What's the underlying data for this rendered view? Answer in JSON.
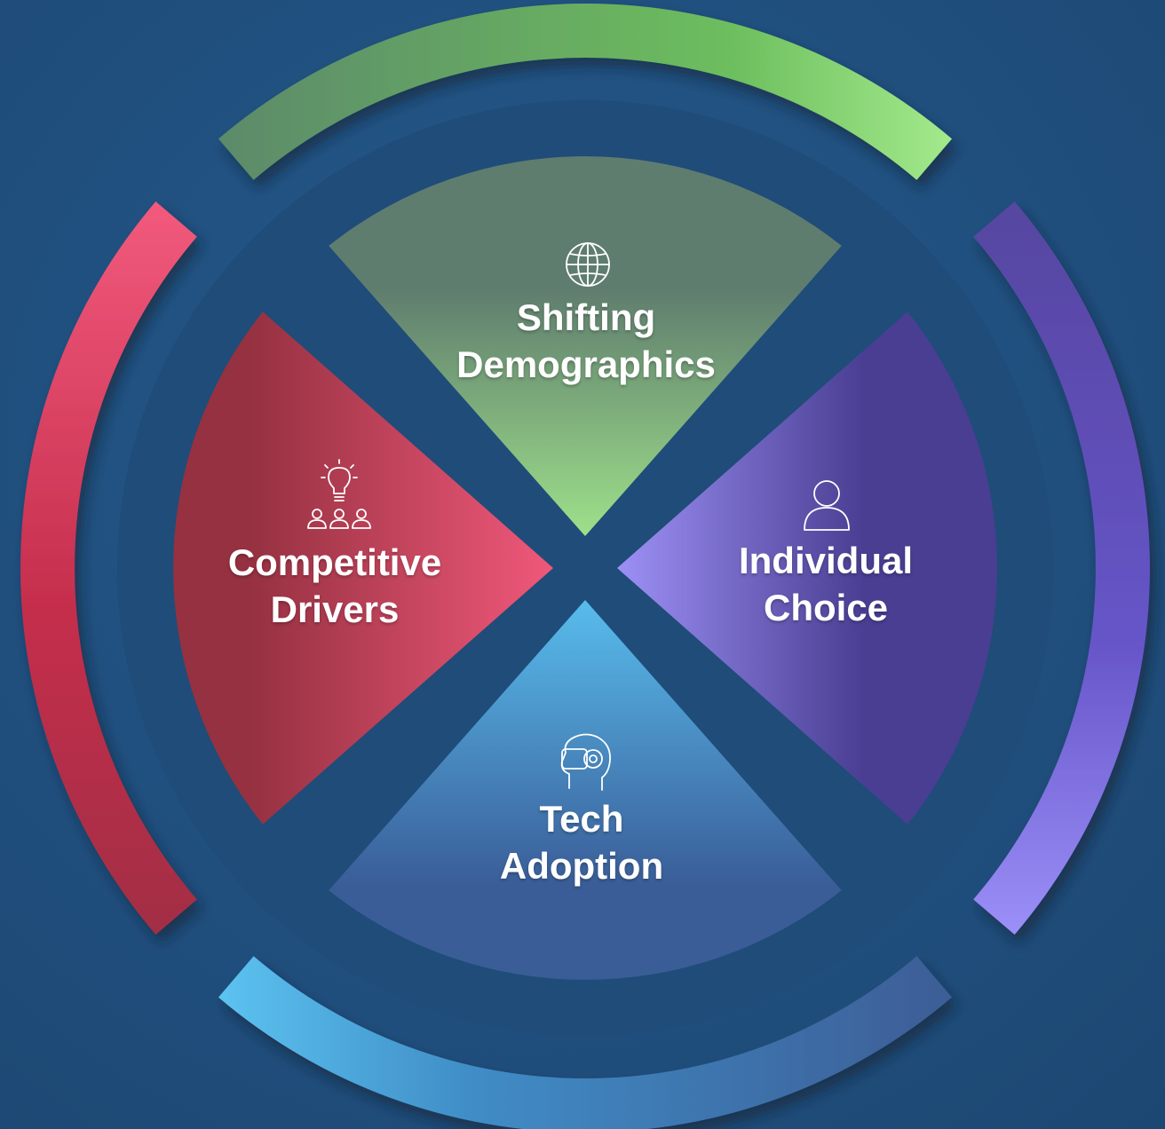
{
  "diagram": {
    "segments": [
      {
        "id": "top",
        "label_line1": "Shifting",
        "label_line2": "Demographics",
        "icon": "globe-icon",
        "colors": {
          "wedge_from": "#5f7d6e",
          "wedge_to": "#9ee08a",
          "arc_from": "#5c8a6a",
          "arc_mid": "#6dbe5e",
          "arc_to": "#a3ea8c"
        }
      },
      {
        "id": "right",
        "label_line1": "Individual",
        "label_line2": "Choice",
        "icon": "person-icon",
        "colors": {
          "wedge_from": "#493e92",
          "wedge_to": "#9d90f5",
          "arc_from": "#5646a0",
          "arc_mid": "#6655c8",
          "arc_to": "#9b8ff8"
        }
      },
      {
        "id": "bottom",
        "label_line1": "Tech",
        "label_line2": "Adoption",
        "icon": "vr-headset-icon",
        "colors": {
          "wedge_from": "#58bcec",
          "wedge_to": "#3a5d98",
          "arc_from": "#5cc3f0",
          "arc_mid": "#3f8cc6",
          "arc_to": "#3e5d96"
        }
      },
      {
        "id": "left",
        "label_line1": "Competitive",
        "label_line2": "Drivers",
        "icon": "lightbulb-team-icon",
        "colors": {
          "wedge_from": "#953140",
          "wedge_to": "#f0587a",
          "arc_from": "#f25a7d",
          "arc_mid": "#c52e4c",
          "arc_to": "#a22e44"
        }
      }
    ],
    "background": "#21507f",
    "gap_color": "#1f4c79"
  }
}
